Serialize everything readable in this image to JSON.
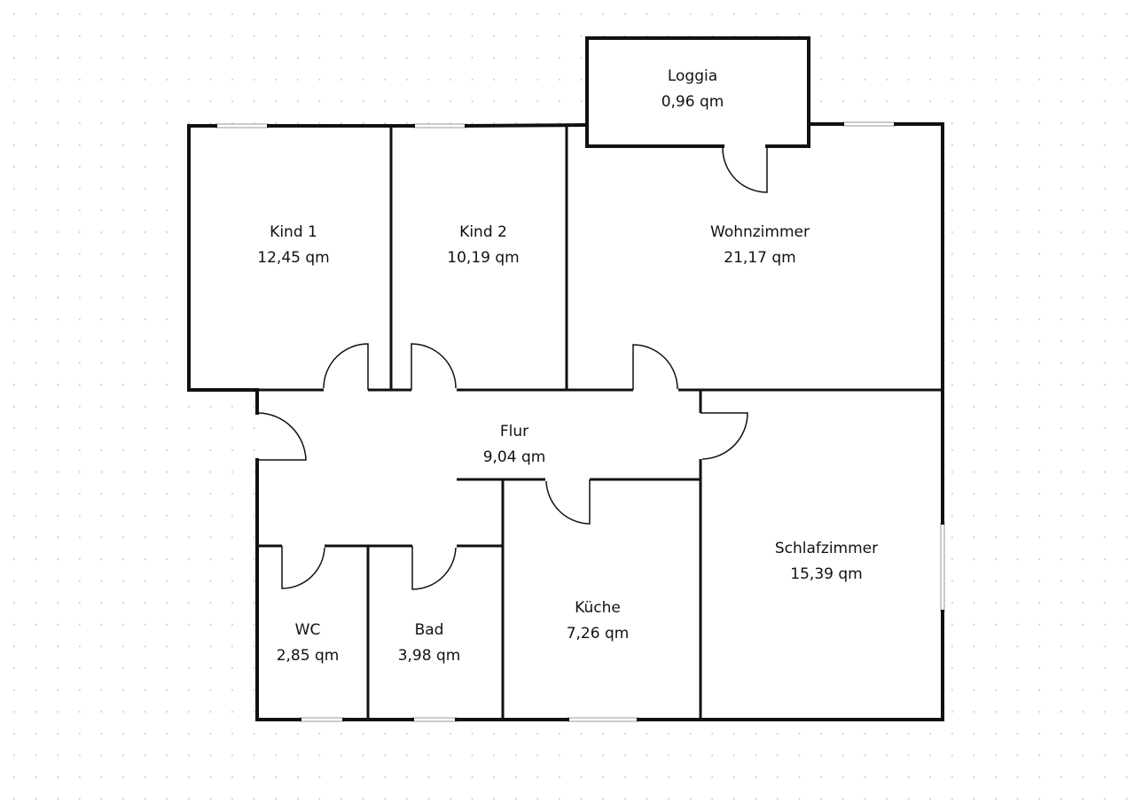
{
  "rooms": {
    "loggia": {
      "name": "Loggia",
      "area": "0,96 qm"
    },
    "kind1": {
      "name": "Kind 1",
      "area": "12,45 qm"
    },
    "kind2": {
      "name": "Kind 2",
      "area": "10,19 qm"
    },
    "wohnzimmer": {
      "name": "Wohnzimmer",
      "area": "21,17 qm"
    },
    "flur": {
      "name": "Flur",
      "area": "9,04 qm"
    },
    "schlafzimmer": {
      "name": "Schlafzimmer",
      "area": "15,39 qm"
    },
    "kueche": {
      "name": "Küche",
      "area": "7,26 qm"
    },
    "wc": {
      "name": "WC",
      "area": "2,85 qm"
    },
    "bad": {
      "name": "Bad",
      "area": "3,98 qm"
    }
  }
}
